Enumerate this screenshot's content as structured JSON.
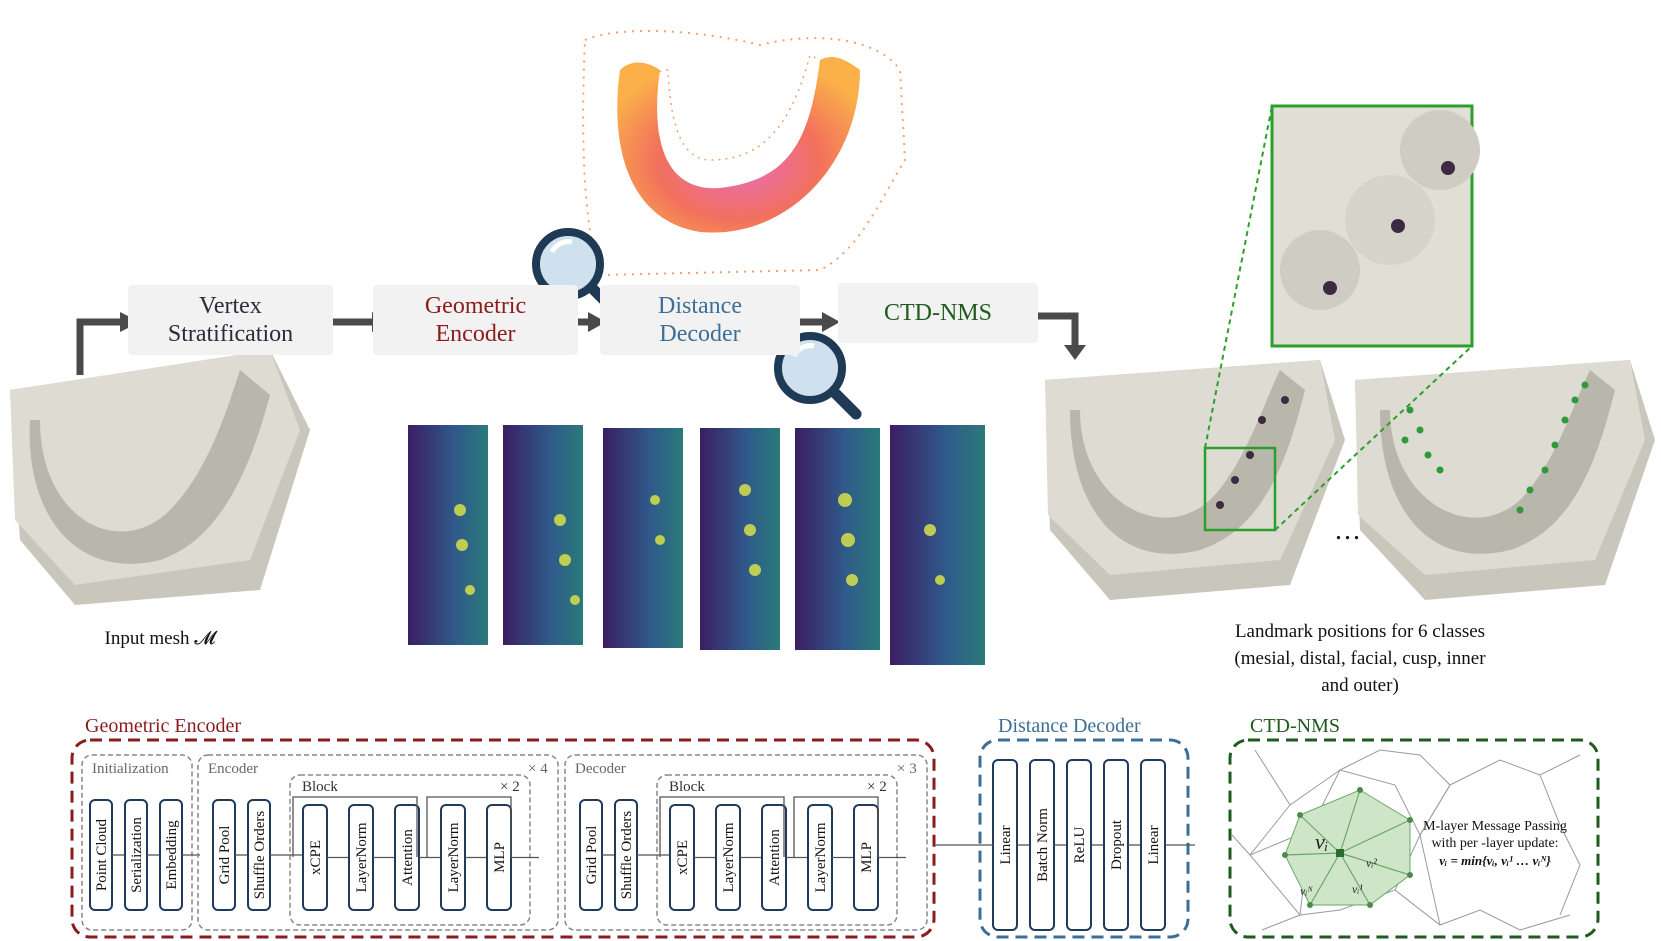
{
  "pipeline": {
    "stages": [
      {
        "id": "vertex",
        "label_line1": "Vertex",
        "label_line2": "Stratification",
        "color": "#2b2b3a"
      },
      {
        "id": "geo",
        "label_line1": "Geometric",
        "label_line2": "Encoder",
        "color": "#8b1c1c"
      },
      {
        "id": "dist",
        "label_line1": "Distance",
        "label_line2": "Decoder",
        "color": "#3d6f96"
      },
      {
        "id": "ctd",
        "label_line1": "CTD-NMS",
        "color": "#1f5a1f"
      }
    ],
    "input_caption": "Input mesh 𝓜",
    "landmark_caption_lines": [
      "Landmark positions for 6 classes",
      "(mesial, distal, facial, cusp, inner",
      "and outer)"
    ],
    "ellipsis": "..."
  },
  "colors": {
    "geometric": "#8b1c1c",
    "distance": "#3d6f96",
    "ctd": "#1f5a1f",
    "arrow": "#4a4a4a"
  },
  "modules": {
    "geometric_encoder": {
      "title": "Geometric Encoder",
      "initialization": {
        "title": "Initialization",
        "blocks": [
          "Point Cloud",
          "Serialization",
          "Embedding"
        ]
      },
      "encoder": {
        "title": "Encoder",
        "repeat": "× 4",
        "pre_blocks": [
          "Grid Pool",
          "Shuffle Orders"
        ],
        "block_title": "Block",
        "block_repeat": "× 2",
        "block_layers": [
          "xCPE",
          "LayerNorm",
          "Attention",
          "LayerNorm",
          "MLP"
        ]
      },
      "decoder": {
        "title": "Decoder",
        "repeat": "× 3",
        "pre_blocks": [
          "Grid Pool",
          "Shuffle Orders"
        ],
        "block_title": "Block",
        "block_repeat": "× 2",
        "block_layers": [
          "xCPE",
          "LayerNorm",
          "Attention",
          "LayerNorm",
          "MLP"
        ]
      }
    },
    "distance_decoder": {
      "title": "Distance Decoder",
      "blocks": [
        "Linear",
        "Batch Norm",
        "ReLU",
        "Dropout",
        "Linear"
      ]
    },
    "ctd_nms": {
      "title": "CTD-NMS",
      "text_lines": [
        "M-layer Message Passing",
        "with per -layer update:"
      ],
      "formula": "vᵢ = min{vᵢ, vᵢ¹ … vᵢᴺ}",
      "labels": {
        "center": "vᵢ",
        "n1": "vᵢᴺ",
        "n2": "vᵢ¹",
        "n3": "vᵢ²"
      }
    }
  }
}
